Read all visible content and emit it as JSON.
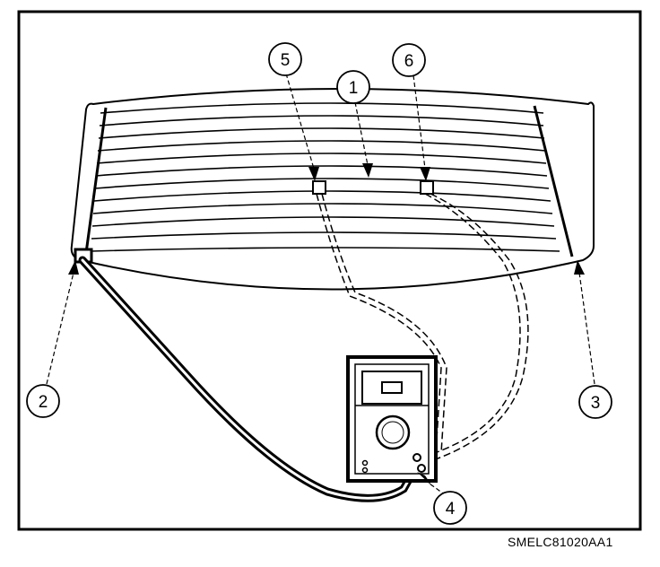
{
  "callouts": [
    {
      "id": "1",
      "label": "1"
    },
    {
      "id": "2",
      "label": "2"
    },
    {
      "id": "3",
      "label": "3"
    },
    {
      "id": "4",
      "label": "4"
    },
    {
      "id": "5",
      "label": "5"
    },
    {
      "id": "6",
      "label": "6"
    }
  ],
  "reference_code": "SMELC81020AA1"
}
